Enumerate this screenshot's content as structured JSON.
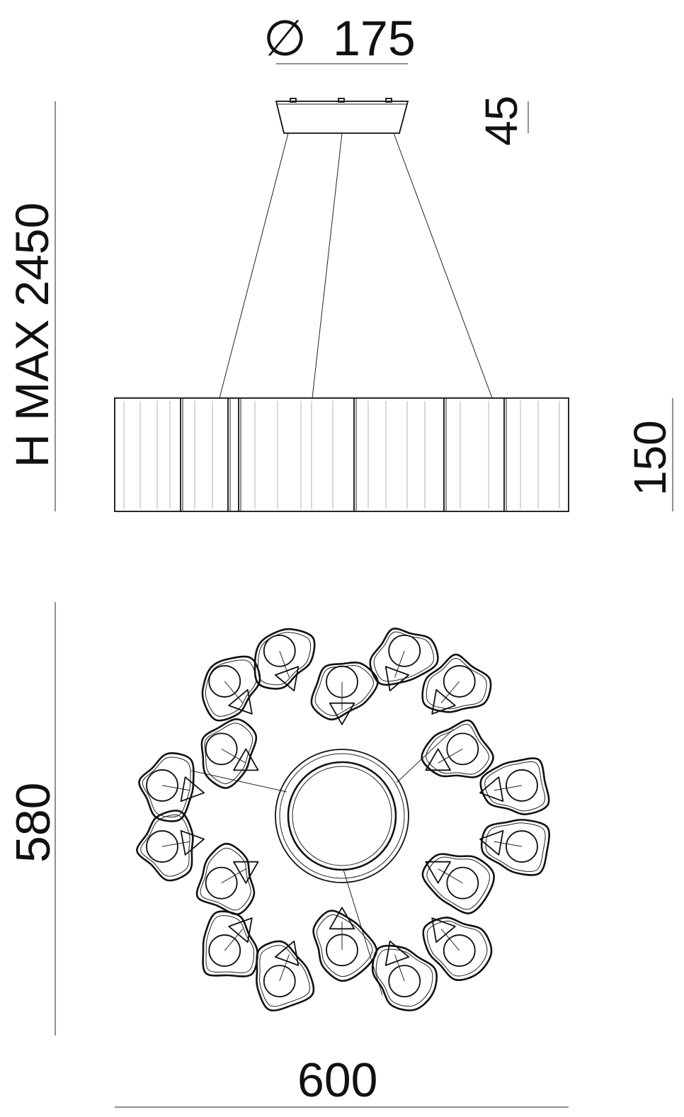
{
  "dimensions": {
    "canopy_diameter": "175",
    "diameter_symbol": "∅",
    "canopy_height": "45",
    "max_height": "H MAX 2450",
    "shade_height": "150",
    "plan_depth": "580",
    "plan_width": "600"
  },
  "colors": {
    "line": "#111111",
    "background": "#ffffff"
  }
}
